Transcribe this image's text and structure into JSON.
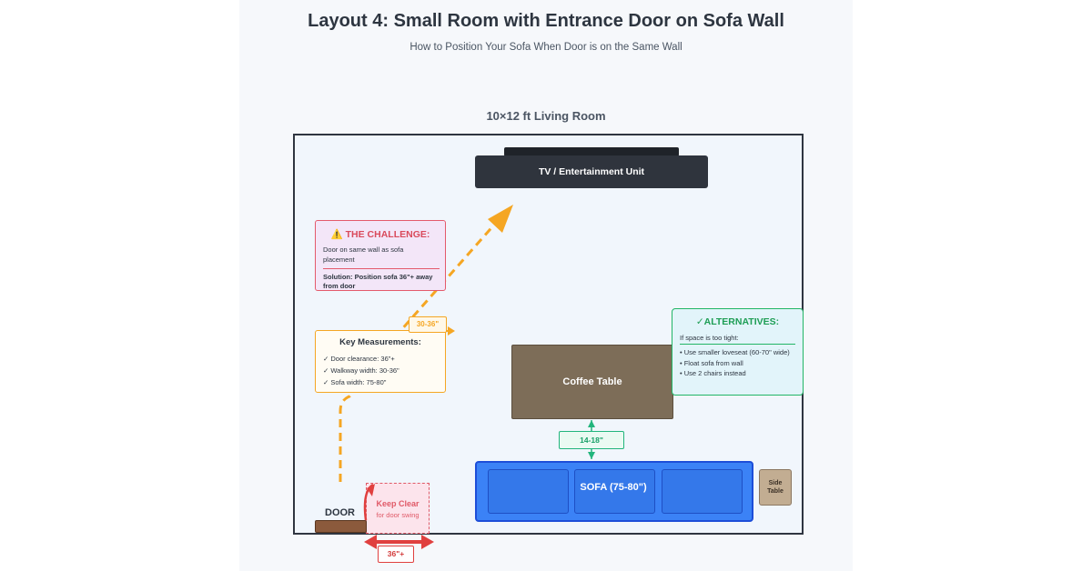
{
  "header": {
    "title": "Layout 4: Small Room with Entrance Door on Sofa Wall",
    "subtitle": "How to Position Your Sofa When Door is on the Same Wall"
  },
  "room": {
    "label": "10×12 ft Living Room"
  },
  "furniture": {
    "tv_label": "TV / Entertainment Unit",
    "coffee_table_label": "Coffee Table",
    "sofa_label": "SOFA (75-80\")",
    "side_table_label": "Side Table",
    "door_label": "DOOR"
  },
  "keep_clear": {
    "title": "Keep Clear",
    "subtitle": "for door swing"
  },
  "challenge": {
    "title": "⚠️ THE CHALLENGE:",
    "body": "Door on same wall as sofa placement",
    "solution": "Solution: Position sofa 36\"+ away from door"
  },
  "key_measurements": {
    "title": "Key Measurements:",
    "items": [
      "✓ Door clearance: 36\"+",
      "✓ Walkway width: 30-36\"",
      "✓ Sofa width: 75-80\""
    ]
  },
  "alternatives": {
    "title": "✓ALTERNATIVES:",
    "subtitle": "If space is too tight:",
    "items": [
      "• Use smaller loveseat (60-70\" wide)",
      "• Float sofa from wall",
      "• Use 2 chairs instead"
    ]
  },
  "dimensions": {
    "walkway": "30-36\"",
    "coffee_gap": "14-18\"",
    "door_clearance": "36\"+"
  },
  "colors": {
    "walkway_path": "#f5a623",
    "challenge": "#e45a6c",
    "alternatives": "#22b566",
    "sofa": "#3b82f6",
    "door_clearance": "#e0403f"
  }
}
